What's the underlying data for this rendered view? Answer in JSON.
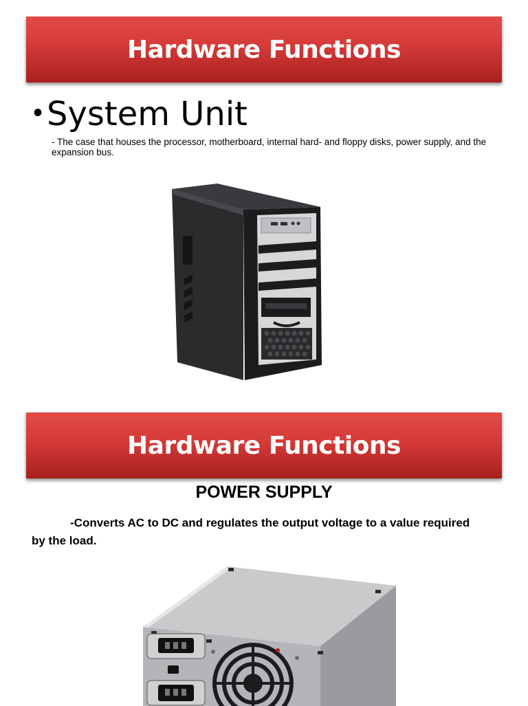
{
  "slides": [
    {
      "title": "Hardware Functions",
      "bullet": "•",
      "heading": "System Unit",
      "description": "- The case that houses the processor, motherboard, internal hard- and floppy disks, power supply, and the expansion bus."
    },
    {
      "title": "Hardware Functions",
      "heading": "POWER SUPPLY",
      "description": "-Converts AC to DC  and regulates the output voltage to a value required by the load."
    }
  ],
  "colors": {
    "title_bar": "#d33a38",
    "title_text": "#ffffff",
    "body_text": "#000000"
  }
}
